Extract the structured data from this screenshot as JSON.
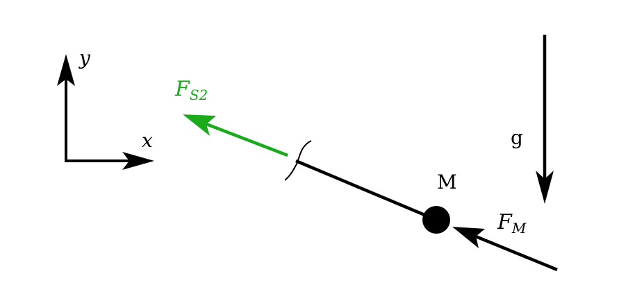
{
  "diagram": {
    "axes": {
      "x_label": "x",
      "y_label": "y"
    },
    "forces": {
      "string_force": {
        "symbol": "F",
        "subscript": "S2",
        "color": "#1aaa1a"
      },
      "mass_force": {
        "symbol": "F",
        "subscript": "M",
        "color": "#000000"
      }
    },
    "gravity_label": "g",
    "mass_label": "M"
  }
}
